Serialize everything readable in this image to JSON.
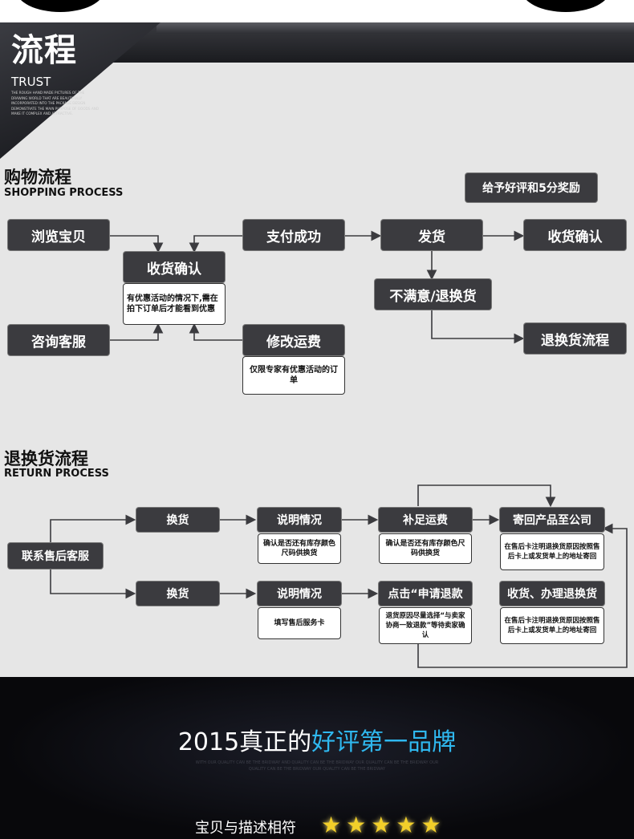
{
  "header": {
    "title": "流程",
    "subtitle": "TRUST",
    "fine_print": "THE ROUGH HAND MADE PICTURES OF THE DRAWING WORLD THAT ARE BEAUTIFULLY INCORPORATED INTO THE PACKAGE DESIGN DEMONSTRATE THE MAIN PURPOSE OF GOODS AND MAKE IT COMPLEX AND ATTRACTIVE."
  },
  "shopping": {
    "heading_zh": "购物流程",
    "heading_en": "SHOPPING PROCESS",
    "reward": "给予好评和5分奖励",
    "browse": "浏览宝贝",
    "consult": "咨询客服",
    "confirm_receipt": "收货确认",
    "confirm_receipt_note": "有优惠活动的情况下,需在拍下订单后才能看到优惠",
    "pay_success": "支付成功",
    "modify_freight": "修改运费",
    "modify_freight_note": "仅限专家有优惠活动的订单",
    "ship": "发货",
    "receipt_confirm": "收货确认",
    "dissatisfied": "不满意/退换货",
    "return_process": "退换货流程"
  },
  "returns": {
    "heading_zh": "退换货流程",
    "heading_en": "RETURN PROCESS",
    "contact": "联系售后客服",
    "exchange_1": "换货",
    "exchange_2": "换货",
    "explain_1": "说明情况",
    "explain_1_note": "确认是否还有库存颜色尺码供换货",
    "explain_2": "说明情况",
    "explain_2_note": "填写售后服务卡",
    "freight": "补足运费",
    "freight_note": "确认是否还有库存颜色尺码供换货",
    "refund": "点击“申请退款",
    "refund_note": "退货原因尽量选择“与卖家协商一致退款”等待卖家确认",
    "send_back": "寄回产品至公司",
    "send_back_note": "在售后卡注明退换货原因按照售后卡上或发货单上的地址寄回",
    "receive_return": "收货、办理退换货",
    "receive_return_note": "在售后卡注明退换货原因按照售后卡上或发货单上的地址寄回"
  },
  "banner": {
    "slogan_prefix": "2015真正的",
    "slogan_highlight": "好评第一品牌",
    "fine_print": "WITH OUR QUALITY CAN BE THE BRIDWAY AND QUALITY CAN BE THE BRIDWAY OUR QUALITY CAN BE THE BRIDWAY OUR QUALITY CAN BE THE BRIDWAY OUR QUALITY CAN BE THE BRIDWAY",
    "rating_label": "宝贝与描述相符",
    "rating_stars": 5
  },
  "colors": {
    "box": "#3b3b3f",
    "panel": "#e6e6e6",
    "accent": "#2fb8ef",
    "star": "#f2cf2a"
  }
}
